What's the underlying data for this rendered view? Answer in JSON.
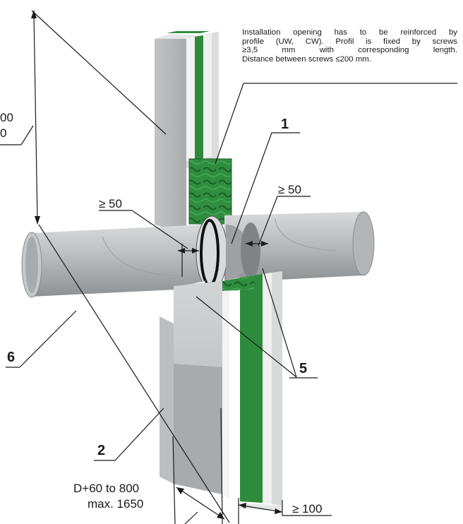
{
  "note": {
    "line1": "Installation opening has to be reinforced by",
    "line2": "profile (UW, CW). Profil is fixed by screws",
    "line3": "≥3,5  mm  with  corresponding  length.",
    "line4": "Distance between screws ≤200 mm."
  },
  "labels": {
    "item1": "1",
    "item2": "2",
    "item5": "5",
    "item6": "6",
    "clear_left": "≥ 50",
    "clear_right": "≥ 50",
    "wall_thickness": "≥ 100",
    "opening_line1": "D+60 to 800",
    "opening_line2": "max. 1650",
    "left_cut_1": "00",
    "left_cut_2": "0"
  },
  "colors": {
    "insulation_green": "#2e8b3c",
    "board_gray": "#c9cacb",
    "pipe_gray": "#b8babc",
    "line": "#1a1a1a"
  }
}
